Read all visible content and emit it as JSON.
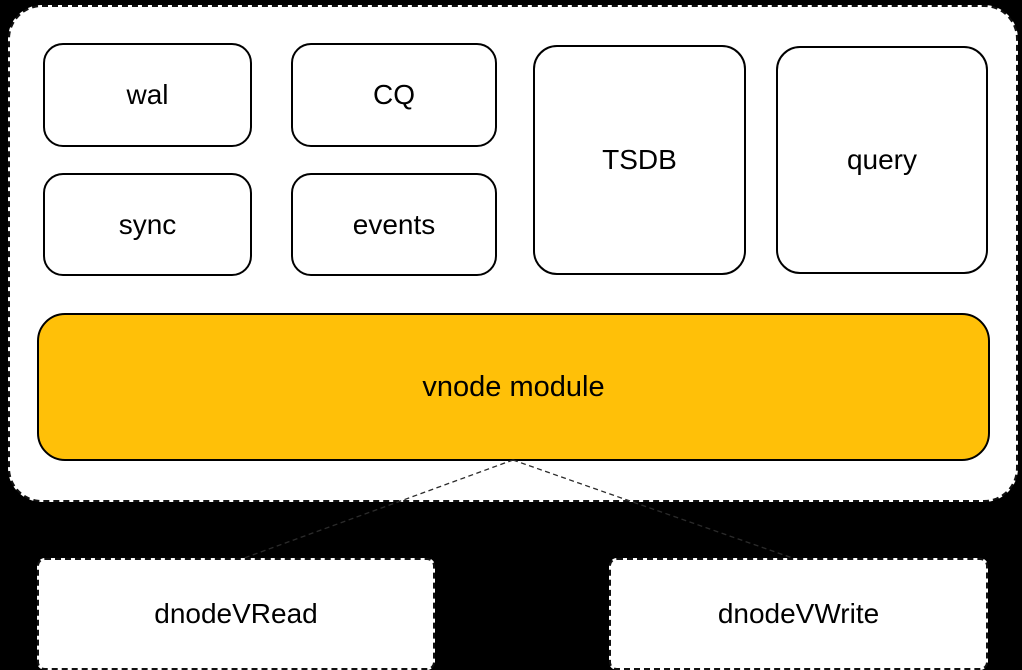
{
  "container": {
    "modules": [
      {
        "id": "wal",
        "label": "wal"
      },
      {
        "id": "cq",
        "label": "CQ"
      },
      {
        "id": "sync",
        "label": "sync"
      },
      {
        "id": "events",
        "label": "events"
      },
      {
        "id": "tsdb",
        "label": "TSDB"
      },
      {
        "id": "query",
        "label": "query"
      }
    ],
    "vnode": {
      "label": "vnode module"
    }
  },
  "external": [
    {
      "id": "dnode-vread",
      "label": "dnodeVRead"
    },
    {
      "id": "dnode-vwrite",
      "label": "dnodeVWrite"
    }
  ],
  "colors": {
    "page_background": "#000000",
    "panel_fill": "#ffffff",
    "box_border": "#000000",
    "dashed_border": "#111111",
    "vnode_fill": "#FFC008",
    "connector": "#2b2b2b",
    "text": "#000000"
  }
}
